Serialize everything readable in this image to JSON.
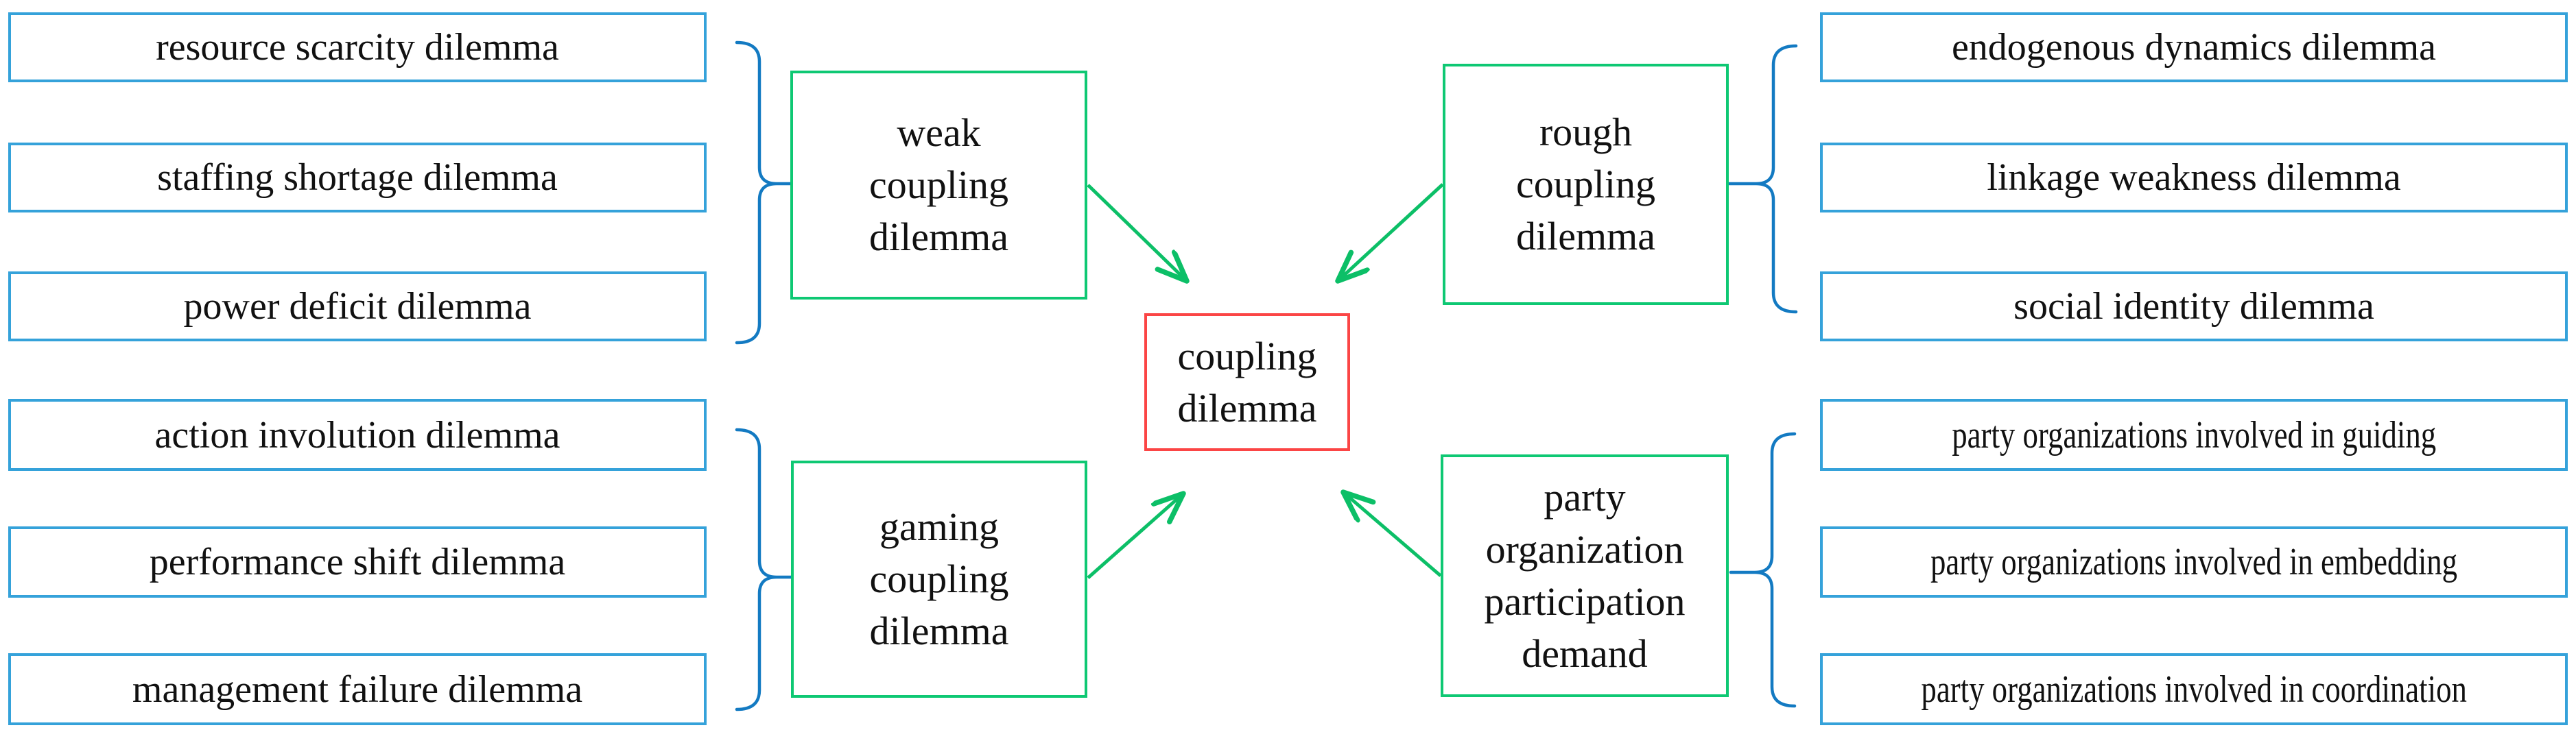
{
  "center_box": {
    "label": "coupling dilemma",
    "lines": [
      "coupling",
      "dilemma"
    ]
  },
  "groups": [
    {
      "name": "weak coupling dilemma",
      "lines": [
        "weak",
        "coupling",
        "dilemma"
      ],
      "items": [
        "resource scarcity dilemma",
        "staffing shortage dilemma",
        "power deficit dilemma"
      ]
    },
    {
      "name": "gaming coupling dilemma",
      "lines": [
        "gaming",
        "coupling",
        "dilemma"
      ],
      "items": [
        "action involution dilemma",
        "performance shift dilemma",
        "management failure dilemma"
      ]
    },
    {
      "name": "rough coupling dilemma",
      "lines": [
        "rough",
        "coupling",
        "dilemma"
      ],
      "items": [
        "endogenous dynamics dilemma",
        "linkage weakness dilemma",
        "social identity dilemma"
      ]
    },
    {
      "name": "party organization participation demand",
      "lines": [
        "party",
        "organization",
        "participation",
        "demand"
      ],
      "items": [
        "party organizations involved in guiding",
        "party organizations involved in embedding",
        "party organizations involved in coordination"
      ]
    }
  ],
  "colors": {
    "item_border": "#35A2DA",
    "brace": "#137AC2",
    "group_border": "#0EC873",
    "arrow": "#0CBF67",
    "center_border": "#FB4545",
    "text": "#111111"
  }
}
